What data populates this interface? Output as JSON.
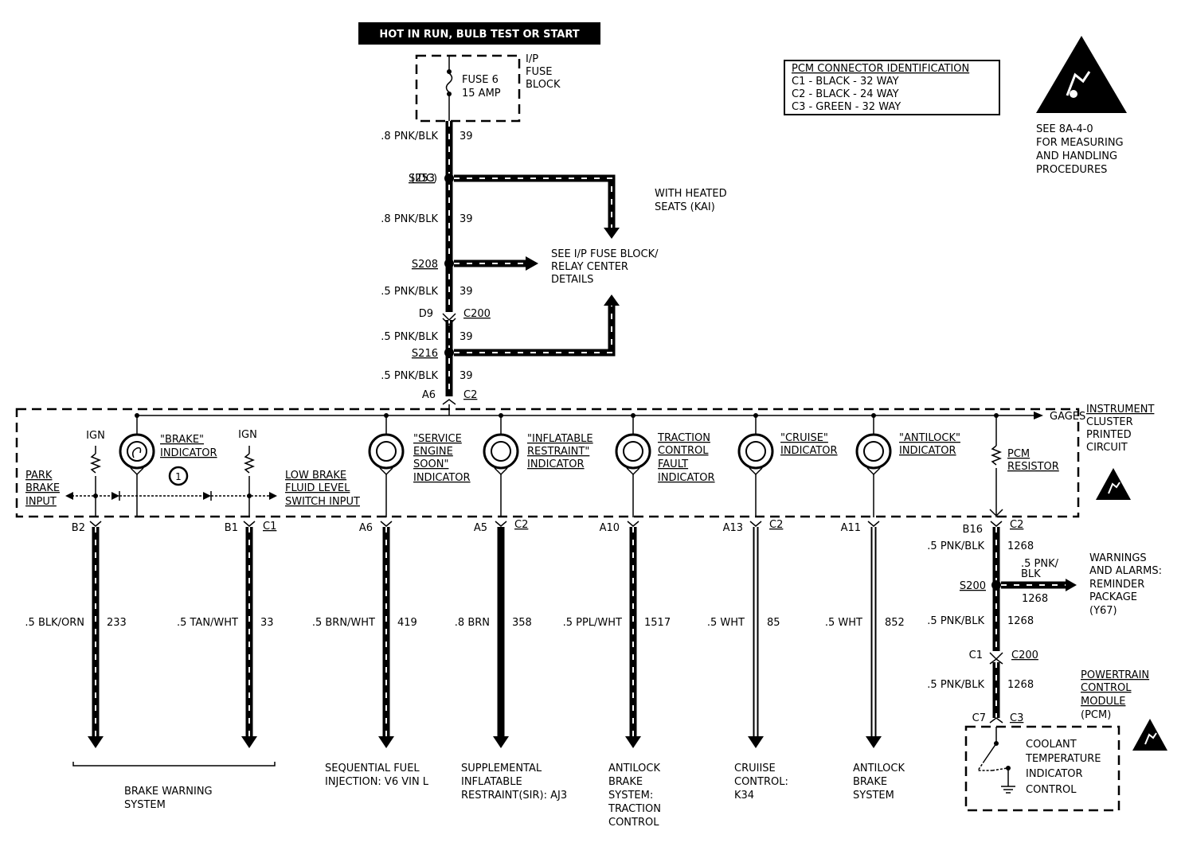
{
  "power_source": "HOT IN RUN, BULB TEST OR START",
  "fuse_block": {
    "name": [
      "I/P",
      "FUSE",
      "BLOCK"
    ],
    "fuse": "FUSE 6",
    "rating": "15 AMP"
  },
  "top_wires": [
    {
      "gauge": ".8 PNK/BLK",
      "circuit": "39"
    },
    {
      "gauge": ".8 PNK/BLK",
      "circuit": "39"
    },
    {
      "gauge": ".5 PNK/BLK",
      "circuit": "39"
    },
    {
      "gauge": ".5 PNK/BLK",
      "circuit": "39"
    },
    {
      "gauge": ".5 PNK/BLK",
      "circuit": "39"
    }
  ],
  "splices": {
    "s253": "S253",
    "s253_suffix": "(IDC)",
    "s208": "S208",
    "s216": "S216",
    "s200": "S200"
  },
  "connectors": {
    "d9": "D9",
    "c200": "C200",
    "a6": "A6",
    "c2": "C2"
  },
  "heated_seats": [
    "WITH HEATED",
    "SEATS (KAI)"
  ],
  "see_ip": [
    "SEE I/P FUSE BLOCK/",
    "RELAY CENTER",
    "DETAILS"
  ],
  "pcm_connector": {
    "title": "PCM CONNECTOR IDENTIFICATION",
    "rows": [
      "C1 - BLACK - 32 WAY",
      "C2 - BLACK - 24 WAY",
      "C3 - GREEN - 32 WAY"
    ]
  },
  "esd_note": [
    "SEE 8A-4-0",
    "FOR MEASURING",
    "AND HANDLING",
    "PROCEDURES"
  ],
  "cluster": {
    "name": [
      "INSTRUMENT",
      "CLUSTER",
      "PRINTED",
      "CIRCUIT"
    ],
    "gages": "GAGES",
    "ign1": "IGN",
    "ign2": "IGN",
    "park_brake": [
      "PARK",
      "BRAKE",
      "INPUT"
    ],
    "low_brake": [
      "LOW BRAKE",
      "FLUID LEVEL",
      "SWITCH INPUT"
    ],
    "note_num": "1",
    "pcm_resistor": [
      "PCM",
      "RESISTOR"
    ],
    "indicators": [
      [
        "\"BRAKE\"",
        "INDICATOR"
      ],
      [
        "\"SERVICE",
        "ENGINE",
        "SOON\"",
        "INDICATOR"
      ],
      [
        "\"INFLATABLE",
        "RESTRAINT\"",
        "INDICATOR"
      ],
      [
        "TRACTION",
        "CONTROL",
        "FAULT",
        "INDICATOR"
      ],
      [
        "\"CRUISE\"",
        "INDICATOR"
      ],
      [
        "\"ANTILOCK\"",
        "INDICATOR"
      ]
    ]
  },
  "output_pins": [
    {
      "pin": "B2",
      "conn": "",
      "gauge": ".5 BLK/ORN",
      "circuit": "233"
    },
    {
      "pin": "B1",
      "conn": "C1",
      "gauge": ".5 TAN/WHT",
      "circuit": "33"
    },
    {
      "pin": "A6",
      "conn": "",
      "gauge": ".5 BRN/WHT",
      "circuit": "419"
    },
    {
      "pin": "A5",
      "conn": "C2",
      "gauge": ".8 BRN",
      "circuit": "358"
    },
    {
      "pin": "A10",
      "conn": "",
      "gauge": ".5 PPL/WHT",
      "circuit": "1517"
    },
    {
      "pin": "A13",
      "conn": "C2",
      "gauge": ".5 WHT",
      "circuit": "85"
    },
    {
      "pin": "A11",
      "conn": "",
      "gauge": ".5 WHT",
      "circuit": "852"
    },
    {
      "pin": "B16",
      "conn": "C2",
      "gauge": ".5 PNK/BLK",
      "circuit": "1268"
    }
  ],
  "destinations": [
    [
      "BRAKE WARNING",
      "SYSTEM"
    ],
    [
      "SEQUENTIAL FUEL",
      "INJECTION: V6 VIN L"
    ],
    [
      "SUPPLEMENTAL",
      "INFLATABLE",
      "RESTRAINT(SIR): AJ3"
    ],
    [
      "ANTILOCK",
      "BRAKE",
      "SYSTEM:",
      "TRACTION",
      "CONTROL"
    ],
    [
      "CRUIISE",
      "CONTROL:",
      "K34"
    ],
    [
      "ANTILOCK",
      "BRAKE",
      "SYSTEM"
    ]
  ],
  "pcm_branch": {
    "wire_gauge": [
      ".5 PNK/",
      "BLK"
    ],
    "wire_circuit": "1268",
    "gauge2": ".5 PNK/BLK",
    "circuit2": "1268",
    "c1": "C1",
    "c200": "C200",
    "gauge3": ".5 PNK/BLK",
    "circuit3": "1268",
    "c7": "C7",
    "c3": "C3",
    "warnings": [
      "WARNINGS",
      "AND ALARMS:",
      "REMINDER",
      "PACKAGE",
      "(Y67)"
    ],
    "pcm": [
      "POWERTRAIN",
      "CONTROL",
      "MODULE",
      "(PCM)"
    ],
    "coolant": [
      "COOLANT",
      "TEMPERATURE",
      "INDICATOR",
      "CONTROL"
    ]
  }
}
